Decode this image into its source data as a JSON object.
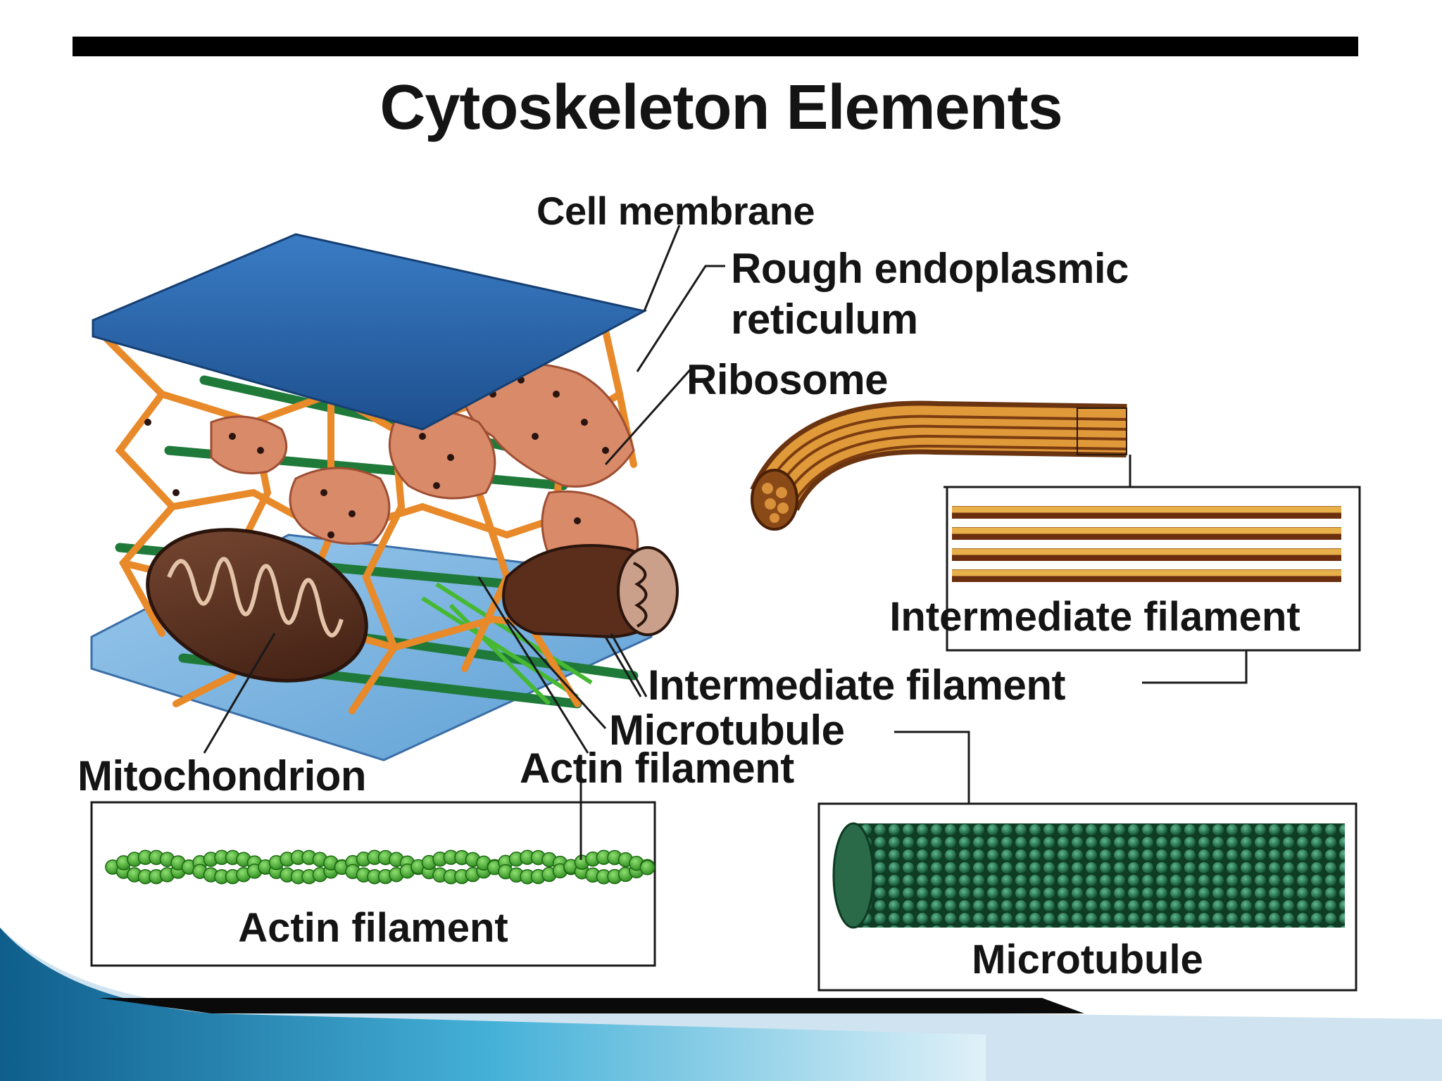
{
  "title": "Cytoskeleton Elements",
  "labels": {
    "cell_membrane": "Cell membrane",
    "rough_er_line1": "Rough endoplasmic",
    "rough_er_line2": "reticulum",
    "ribosome": "Ribosome",
    "intermediate_filament": "Intermediate filament",
    "microtubule": "Microtubule",
    "actin_filament": "Actin filament",
    "mitochondrion": "Mitochondrion"
  },
  "insets": {
    "intermediate_filament": "Intermediate filament",
    "actin_filament": "Actin filament",
    "microtubule": "Microtubule"
  },
  "colors": {
    "membrane": "#2a67b0",
    "network": "#e8892a",
    "er": "#d98a68",
    "microtubule": "#1f7a3a",
    "actin": "#3fb02e",
    "mitochondrion": "#5b2e1c",
    "slide_accent": "#2a86c0"
  }
}
